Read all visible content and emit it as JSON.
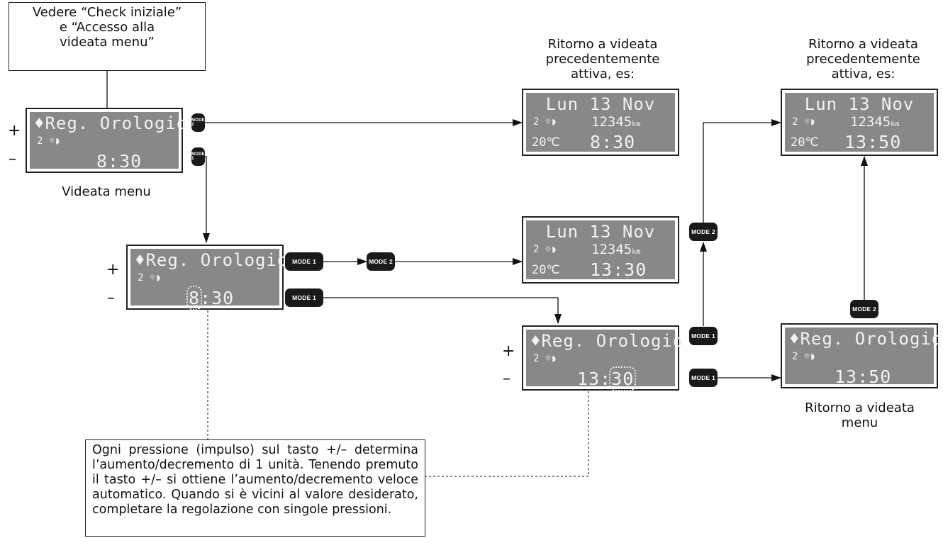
{
  "top_note": [
    "Vedere “Check iniziale”",
    "e “Accesso alla",
    "videata menu”"
  ],
  "bottom_note": "Ogni pressione (impulso) sul tasto +/– determina l’aumento/decremento di 1 unità. Tenendo premuto il tasto +/– si ottiene l’aumento/decremento veloce automatico. Quando si è vicini al valore desiderato, completare la regolazione con singole pressioni.",
  "captions": {
    "menu_screen": "Videata menu",
    "return_previous_1": [
      "Ritorno a videata",
      "precedentemente",
      "attiva, es:"
    ],
    "return_previous_2": [
      "Ritorno a videata",
      "precedentemente",
      "attiva, es:"
    ],
    "return_menu": [
      "Ritorno a videata",
      "menu"
    ]
  },
  "buttons": {
    "plus": "+",
    "minus": "–",
    "mode1": "MODE 1",
    "mode2": "MODE 2"
  },
  "screens": {
    "menu_830": {
      "title": "♦Reg. Orologio",
      "line2": "2 ☼◗",
      "time": "8:30"
    },
    "edit_hours": {
      "title": "♦Reg. Orologio",
      "line2": "2 ☼◗",
      "time_hl": "8",
      "time_rest": ":30"
    },
    "edit_minutes": {
      "title": "♦Reg. Orologio",
      "line2": "2 ☼◗",
      "time_pre": "13:",
      "time_hl": "30"
    },
    "menu_1350": {
      "title": "♦Reg. Orologio",
      "line2": "2 ☼◗",
      "time": "13:50"
    },
    "date_830": {
      "date": "Lun 13 Nov",
      "line2": "2 ☼◗",
      "km": "12345",
      "km_unit": "km",
      "temp": "20℃",
      "time": "8:30"
    },
    "date_1330": {
      "date": "Lun 13 Nov",
      "line2": "2 ☼◗",
      "km": "12345",
      "km_unit": "km",
      "temp": "20℃",
      "time": "13:30"
    },
    "date_1350": {
      "date": "Lun 13 Nov",
      "line2": "2 ☼◗",
      "km": "12345",
      "km_unit": "km",
      "temp": "20℃",
      "time": "13:50"
    }
  }
}
